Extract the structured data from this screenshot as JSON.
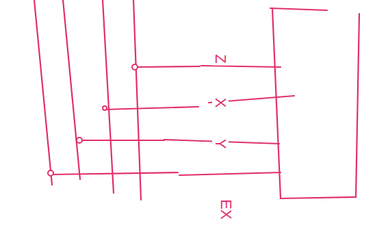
{
  "diagram": {
    "labels": [
      "Z",
      "X",
      "Y",
      "EX"
    ]
  }
}
